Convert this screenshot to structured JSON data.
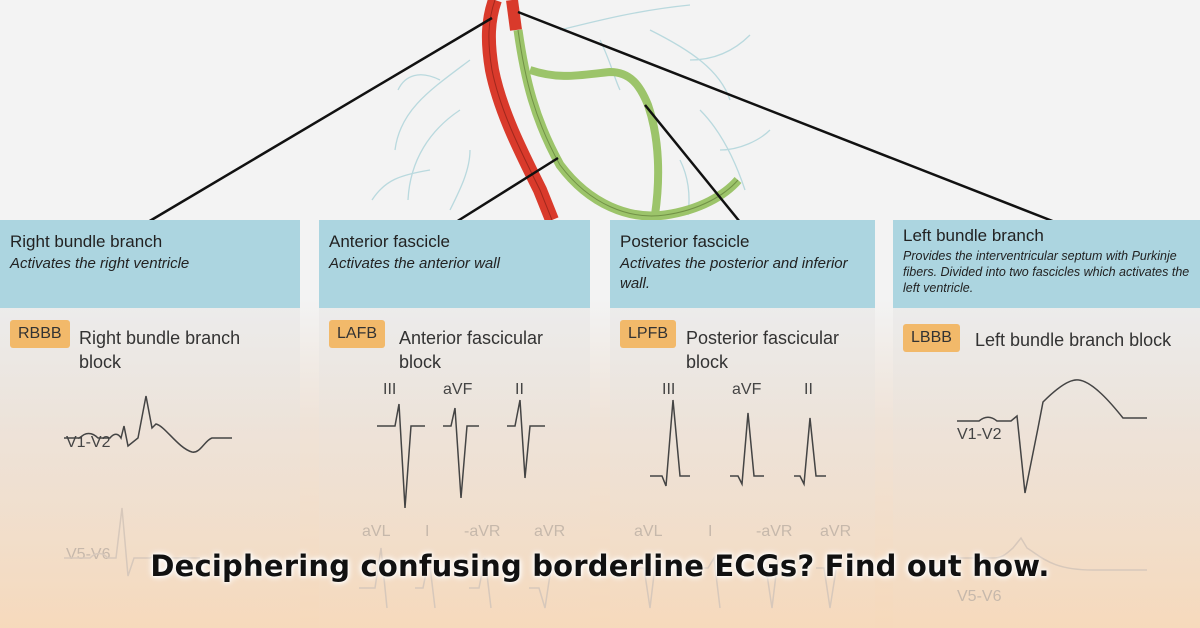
{
  "columns": [
    {
      "name": "Right bundle branch",
      "desc": "Activates the right ventricle",
      "badge": "RBBB",
      "block": "Right bundle branch block",
      "leads": [
        "V1-V2",
        "V5-V6"
      ]
    },
    {
      "name": "Anterior fascicle",
      "desc": "Activates the anterior wall",
      "badge": "LAFB",
      "block": "Anterior fascicular block",
      "leads": [
        "III",
        "aVF",
        "II",
        "aVL",
        "I",
        "-aVR",
        "aVR"
      ]
    },
    {
      "name": "Posterior fascicle",
      "desc": "Activates the posterior and inferior wall.",
      "badge": "LPFB",
      "block": "Posterior fascicular block",
      "leads": [
        "III",
        "aVF",
        "II",
        "aVL",
        "I",
        "-aVR",
        "aVR"
      ]
    },
    {
      "name": "Left bundle branch",
      "desc": "Provides the interventricular septum with Purkinje fibers. Divided into two fascicles which activates the left ventricle.",
      "badge": "LBBB",
      "block": "Left bundle branch block",
      "leads": [
        "V1-V2",
        "V5-V6"
      ]
    }
  ],
  "caption": "Deciphering confusing borderline ECGs?  Find out how.",
  "colors": {
    "header_bg": "#acd5e0",
    "badge_bg": "#f2b96a",
    "right_branch": "#d93a2b",
    "left_branch": "#9cc46a"
  }
}
